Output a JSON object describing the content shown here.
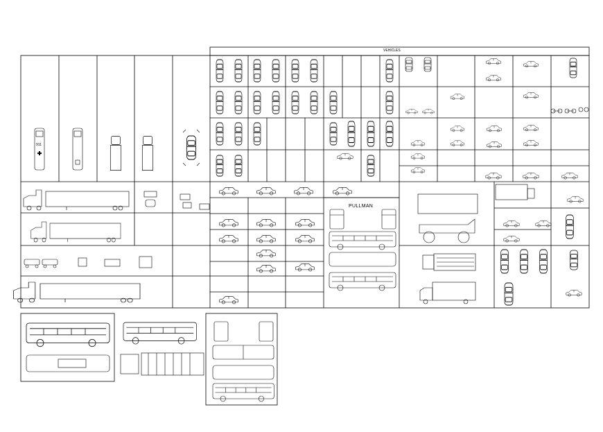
{
  "drawing": {
    "title": "VEHICLES",
    "labels": {
      "pullman": "PULLMAN",
      "ambulance_number": "911"
    },
    "line_color": "#000000",
    "background_color": "#ffffff",
    "icons": [
      "ambulance-top-icon",
      "van-top-icon",
      "box-truck-top-icon",
      "pickup-top-icon",
      "car-top-icon",
      "car-side-icon",
      "semi-trailer-truck-icon",
      "bus-side-icon",
      "bus-top-icon",
      "dump-truck-icon",
      "motorcycle-icon",
      "atv-icon",
      "delivery-truck-icon"
    ]
  }
}
